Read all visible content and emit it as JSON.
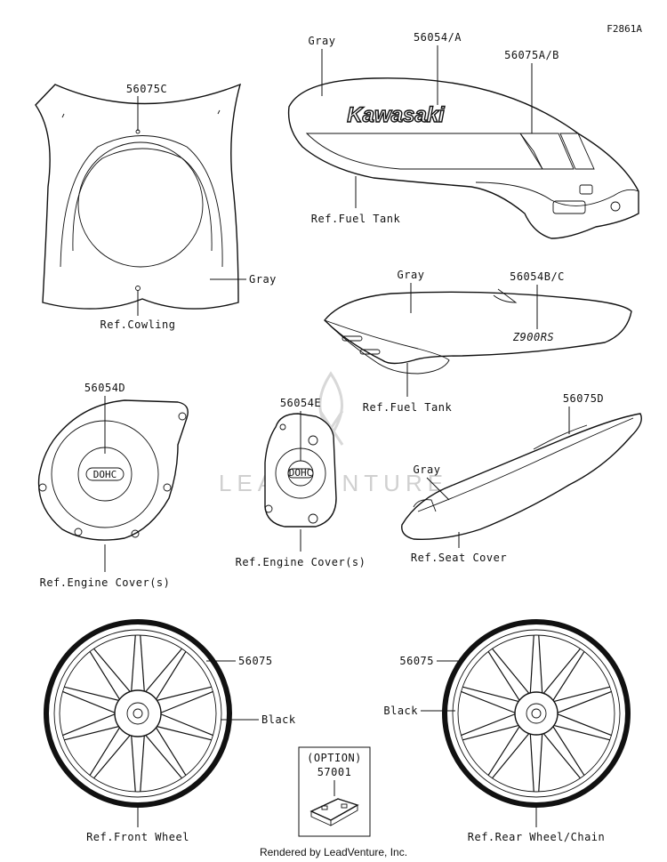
{
  "figure_code": "F2861A",
  "watermark": "LEADVENTURE",
  "footer": "Rendered by LeadVenture, Inc.",
  "cowling": {
    "part": "56075C",
    "color": "Gray",
    "ref": "Ref.Cowling"
  },
  "fuel_tank_top": {
    "part1": "56054/A",
    "part2": "56075A/B",
    "color": "Gray",
    "ref": "Ref.Fuel Tank",
    "brand": "Kawasaki"
  },
  "fuel_tank_side": {
    "part": "56054B/C",
    "color": "Gray",
    "ref": "Ref.Fuel Tank",
    "badge": "Z900RS"
  },
  "engine_cover_left": {
    "part": "56054D",
    "ref": "Ref.Engine Cover(s)",
    "badge": "DOHC"
  },
  "engine_cover_small": {
    "part": "56054E",
    "ref": "Ref.Engine Cover(s)",
    "badge": "DOHC"
  },
  "seat_cover": {
    "part": "56075D",
    "color": "Gray",
    "ref": "Ref.Seat Cover"
  },
  "front_wheel": {
    "part": "56075",
    "color": "Black",
    "ref": "Ref.Front Wheel"
  },
  "rear_wheel": {
    "part": "56075",
    "color": "Black",
    "ref": "Ref.Rear Wheel/Chain"
  },
  "option": {
    "title": "(OPTION)",
    "part": "57001"
  }
}
